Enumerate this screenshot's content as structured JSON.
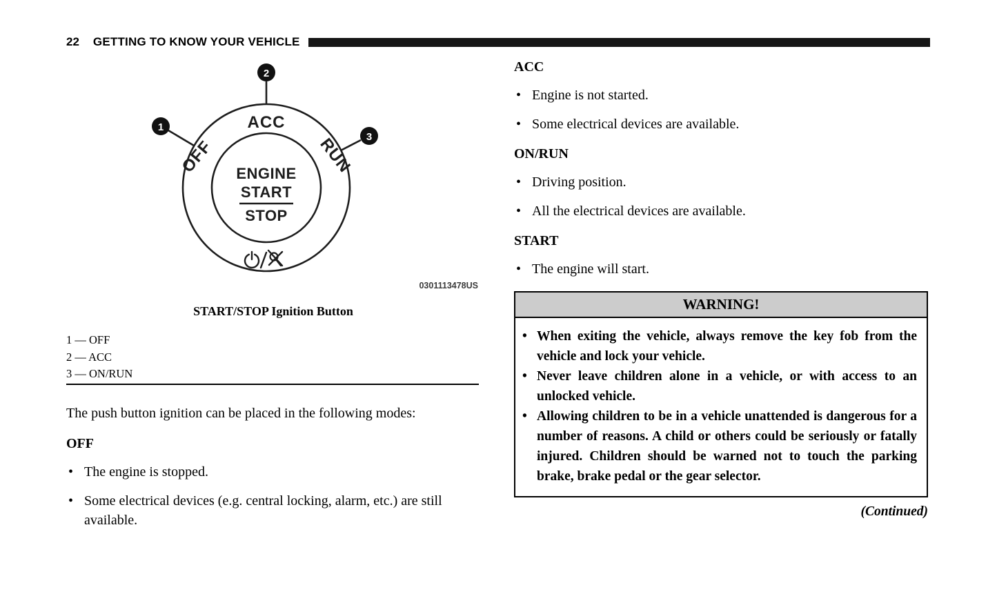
{
  "page": {
    "number": "22",
    "header_title": "GETTING TO KNOW YOUR VEHICLE"
  },
  "glyphs": {
    "bullet": "•"
  },
  "colors": {
    "header_bar": "#161616",
    "warning_header_bg": "#cccccc"
  },
  "figure": {
    "labels": {
      "acc": "ACC",
      "off": "OFF",
      "run": "RUN",
      "engine": "ENGINE",
      "start": "START",
      "stop": "STOP"
    },
    "callouts": [
      "1",
      "2",
      "3"
    ],
    "code": "0301113478US",
    "caption": "START/STOP Ignition Button",
    "legend": [
      "1 — OFF",
      "2 — ACC",
      "3 — ON/RUN"
    ]
  },
  "left_column": {
    "intro": "The push button ignition can be placed in the following modes:",
    "sections": [
      {
        "heading": "OFF",
        "bullets": [
          "The engine is stopped.",
          "Some electrical devices (e.g. central locking, alarm, etc.) are still available."
        ]
      }
    ]
  },
  "right_column": {
    "sections": [
      {
        "heading": "ACC",
        "bullets": [
          "Engine is not started.",
          "Some electrical devices are available."
        ]
      },
      {
        "heading": "ON/RUN",
        "bullets": [
          "Driving position.",
          "All the electrical devices are available."
        ]
      },
      {
        "heading": "START",
        "bullets": [
          "The engine will start."
        ]
      }
    ],
    "warning": {
      "title": "WARNING!",
      "bullets": [
        "When exiting the vehicle, always remove the key fob from the vehicle and lock your vehicle.",
        "Never leave children alone in a vehicle, or with access to an unlocked vehicle.",
        "Allowing children to be in a vehicle unattended is dangerous for a number of reasons. A child or others could be seriously or fatally injured. Children should be warned not to touch the parking brake, brake pedal or the gear selector."
      ]
    },
    "continued": "(Continued)"
  }
}
